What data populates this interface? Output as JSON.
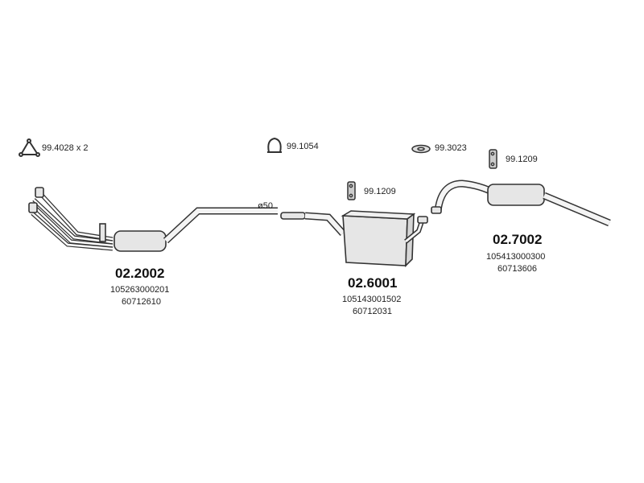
{
  "accessories": {
    "triangle_gasket": "99.4028 x 2",
    "clamp": "99.1054",
    "ring_gasket": "99.3023",
    "hanger_middle": "99.1209",
    "hanger_rear": "99.1209"
  },
  "pipe_diameter": "ø50",
  "parts": [
    {
      "code": "02.2002",
      "refs": [
        "105263000201",
        "60712610"
      ]
    },
    {
      "code": "02.6001",
      "refs": [
        "105143001502",
        "60712031"
      ]
    },
    {
      "code": "02.7002",
      "refs": [
        "105413000300",
        "60713606"
      ]
    }
  ],
  "colors": {
    "line": "#333333",
    "fill": "#e6e6e6"
  }
}
